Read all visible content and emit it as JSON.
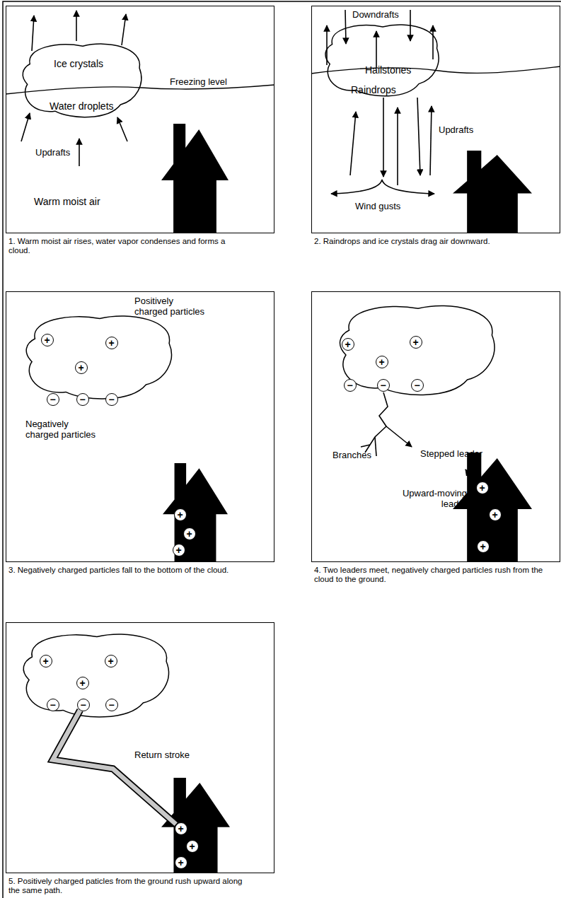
{
  "diagram": {
    "nodes": [
      {
        "text": [
          "1. Warm moist air rises, water vapor condenses and forms a cloud."
        ]
      },
      {
        "text": [
          "Ice crystals",
          "Water droplets"
        ],
        "in": 0
      },
      {
        "text": [
          "2. Raindrops and ice crystals drag air downward."
        ]
      },
      {
        "text": [
          "Hailstones",
          "Raindrops"
        ],
        "in": 2
      },
      {
        "text": [
          "3. Negatively charged particles fall to the bottom of the cloud."
        ]
      },
      {
        "text": [
          "+"
        ],
        "in": 4
      },
      {
        "text": [
          "+"
        ],
        "in": 4
      },
      {
        "text": [
          "+"
        ],
        "in": 4
      },
      {
        "text": [
          "−"
        ],
        "in": 4
      },
      {
        "text": [
          "−"
        ],
        "in": 4
      },
      {
        "text": [
          "−"
        ],
        "in": 4
      },
      {
        "text": [
          "+"
        ],
        "in": 4
      },
      {
        "text": [
          "+"
        ],
        "in": 4
      },
      {
        "text": [
          "+"
        ],
        "in": 4
      },
      {
        "text": [
          "4. Two leaders meet, negatively charged particles rush from the cloud to the ground."
        ]
      },
      {
        "text": [
          "+"
        ],
        "in": 14
      },
      {
        "text": [
          "+"
        ],
        "in": 14
      },
      {
        "text": [
          "+"
        ],
        "in": 14
      },
      {
        "text": [
          "−"
        ],
        "in": 14
      },
      {
        "text": [
          "−"
        ],
        "in": 14
      },
      {
        "text": [
          "−"
        ],
        "in": 14
      },
      {
        "text": [
          "+"
        ],
        "in": 14
      },
      {
        "text": [
          "+"
        ],
        "in": 14
      },
      {
        "text": [
          "+"
        ],
        "in": 14
      },
      {
        "text": [
          "5. Positively charged paticles from the ground rush upward along the same path."
        ]
      },
      {
        "text": [
          "+"
        ],
        "in": 24
      },
      {
        "text": [
          "+"
        ],
        "in": 24
      },
      {
        "text": [
          "+"
        ],
        "in": 24
      },
      {
        "text": [
          "−"
        ],
        "in": 24
      },
      {
        "text": [
          "−"
        ],
        "in": 24
      },
      {
        "text": [
          "−"
        ],
        "in": 24
      },
      {
        "text": [
          "+"
        ],
        "in": 24
      },
      {
        "text": [
          "+"
        ],
        "in": 24
      },
      {
        "text": [
          "+"
        ],
        "in": 24
      }
    ],
    "edges": [
      {
        "from": 29,
        "to": 31,
        "arrow": "none",
        "label": "Return stroke"
      }
    ],
    "labels": [
      "Freezing level",
      "Updrafts",
      "Warm moist air",
      "Downdrafts",
      "Updrafts",
      "Wind gusts",
      "Positively charged particles",
      "Negatively charged particles",
      "Branches",
      "Stepped leader",
      "Upward-moving leader"
    ]
  }
}
